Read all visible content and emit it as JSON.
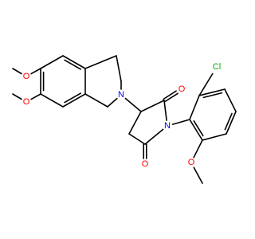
{
  "colors": {
    "background": "#ffffff",
    "bond": "#000000",
    "C": "#000000",
    "O": "#ff0000",
    "N": "#0000ff",
    "Cl": "#00aa00"
  },
  "atoms": {
    "oA": "O",
    "oB": "O",
    "nIso": "N",
    "nImide": "N",
    "oC1": "O",
    "oC2": "O",
    "cl": "Cl",
    "oMe": "O"
  }
}
